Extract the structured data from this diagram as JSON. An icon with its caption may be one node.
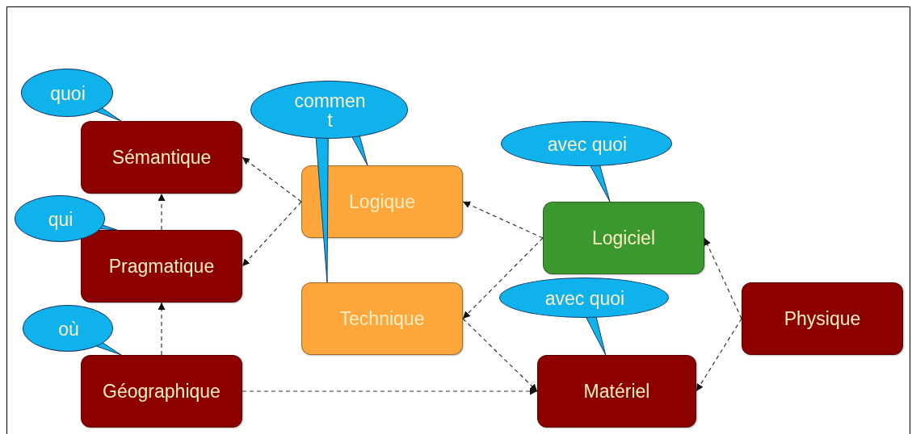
{
  "diagram": {
    "nodes": [
      {
        "text": [
          "Sémantique"
        ]
      },
      {
        "text": [
          "Pragmatique"
        ]
      },
      {
        "text": [
          "Géographique"
        ]
      },
      {
        "text": [
          "Logique"
        ]
      },
      {
        "text": [
          "Technique"
        ]
      },
      {
        "text": [
          "Logiciel"
        ]
      },
      {
        "text": [
          "Matériel"
        ]
      },
      {
        "text": [
          "Physique"
        ]
      },
      {
        "text": [
          "quoi"
        ]
      },
      {
        "text": [
          "qui"
        ]
      },
      {
        "text": [
          "où"
        ]
      },
      {
        "text": [
          "comment"
        ]
      },
      {
        "text": [
          "avec quoi"
        ]
      },
      {
        "text": [
          "avec quoi"
        ]
      }
    ],
    "edges": [
      {
        "from": 3,
        "to": 0,
        "arrow": "to",
        "style": "dashed"
      },
      {
        "from": 3,
        "to": 1,
        "arrow": "to",
        "style": "dashed"
      },
      {
        "from": 1,
        "to": 0,
        "arrow": "to",
        "style": "dashed"
      },
      {
        "from": 2,
        "to": 1,
        "arrow": "to",
        "style": "dashed"
      },
      {
        "from": 2,
        "to": 6,
        "arrow": "to",
        "style": "dashed"
      },
      {
        "from": 5,
        "to": 3,
        "arrow": "to",
        "style": "dashed"
      },
      {
        "from": 5,
        "to": 4,
        "arrow": "to",
        "style": "dashed"
      },
      {
        "from": 4,
        "to": 6,
        "arrow": "to",
        "style": "dashed"
      },
      {
        "from": 7,
        "to": 5,
        "arrow": "to",
        "style": "dashed"
      },
      {
        "from": 7,
        "to": 6,
        "arrow": "to",
        "style": "dashed"
      },
      {
        "from": 8,
        "to": 0,
        "arrow": "none"
      },
      {
        "from": 9,
        "to": 1,
        "arrow": "none"
      },
      {
        "from": 10,
        "to": 2,
        "arrow": "none"
      },
      {
        "from": 11,
        "to": 3,
        "arrow": "none"
      },
      {
        "from": 11,
        "to": 4,
        "arrow": "none"
      },
      {
        "from": 12,
        "to": 5,
        "arrow": "none"
      },
      {
        "from": 13,
        "to": 6,
        "arrow": "none"
      }
    ]
  }
}
